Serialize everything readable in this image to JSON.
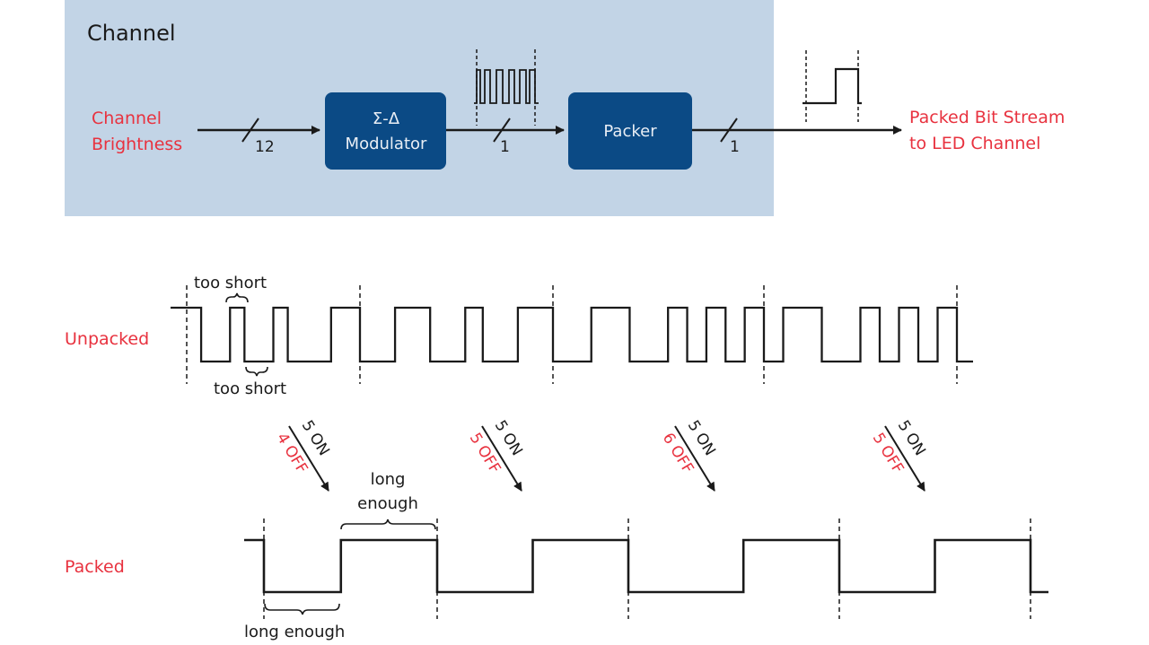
{
  "colors": {
    "panel_bg": "#c2d4e6",
    "block_fill": "#0b4a85",
    "block_text": "#e9eef5",
    "label_red": "#e8323f",
    "line": "#1a1a1a"
  },
  "channel_panel": {
    "title": "Channel",
    "input_label_line1": "Channel",
    "input_label_line2": "Brightness",
    "bus_input_width": "12",
    "modulator_line1": "Σ-Δ",
    "modulator_line2": "Modulator",
    "bus_mid_width": "1",
    "packer_label": "Packer",
    "bus_out_width": "1",
    "output_label_line1": "Packed Bit Stream",
    "output_label_line2": "to LED Channel"
  },
  "unpacked": {
    "label": "Unpacked",
    "annotation_top": "too short",
    "annotation_bottom": "too short",
    "frames": [
      {
        "bits": [
          1,
          0,
          0,
          1,
          0,
          0,
          1,
          0,
          0,
          0,
          1,
          1
        ]
      },
      {
        "bits": [
          0,
          0,
          1,
          1,
          0,
          0,
          1,
          0,
          0,
          1,
          1
        ]
      },
      {
        "bits": [
          0,
          0,
          1,
          1,
          0,
          0,
          1,
          0,
          1,
          0,
          1
        ]
      },
      {
        "bits": [
          0,
          1,
          1,
          0,
          0,
          1,
          0,
          1,
          0,
          1
        ]
      }
    ]
  },
  "packed": {
    "label": "Packed",
    "annotation_top_line1": "long",
    "annotation_top_line2": "enough",
    "annotation_bottom": "long enough",
    "frames": [
      {
        "on_label": "5 ON",
        "off_label": "4 OFF",
        "on": 5,
        "off": 4
      },
      {
        "on_label": "5 ON",
        "off_label": "5 OFF",
        "on": 5,
        "off": 5
      },
      {
        "on_label": "5 ON",
        "off_label": "6 OFF",
        "on": 5,
        "off": 6
      },
      {
        "on_label": "5 ON",
        "off_label": "5 OFF",
        "on": 5,
        "off": 5
      }
    ]
  }
}
